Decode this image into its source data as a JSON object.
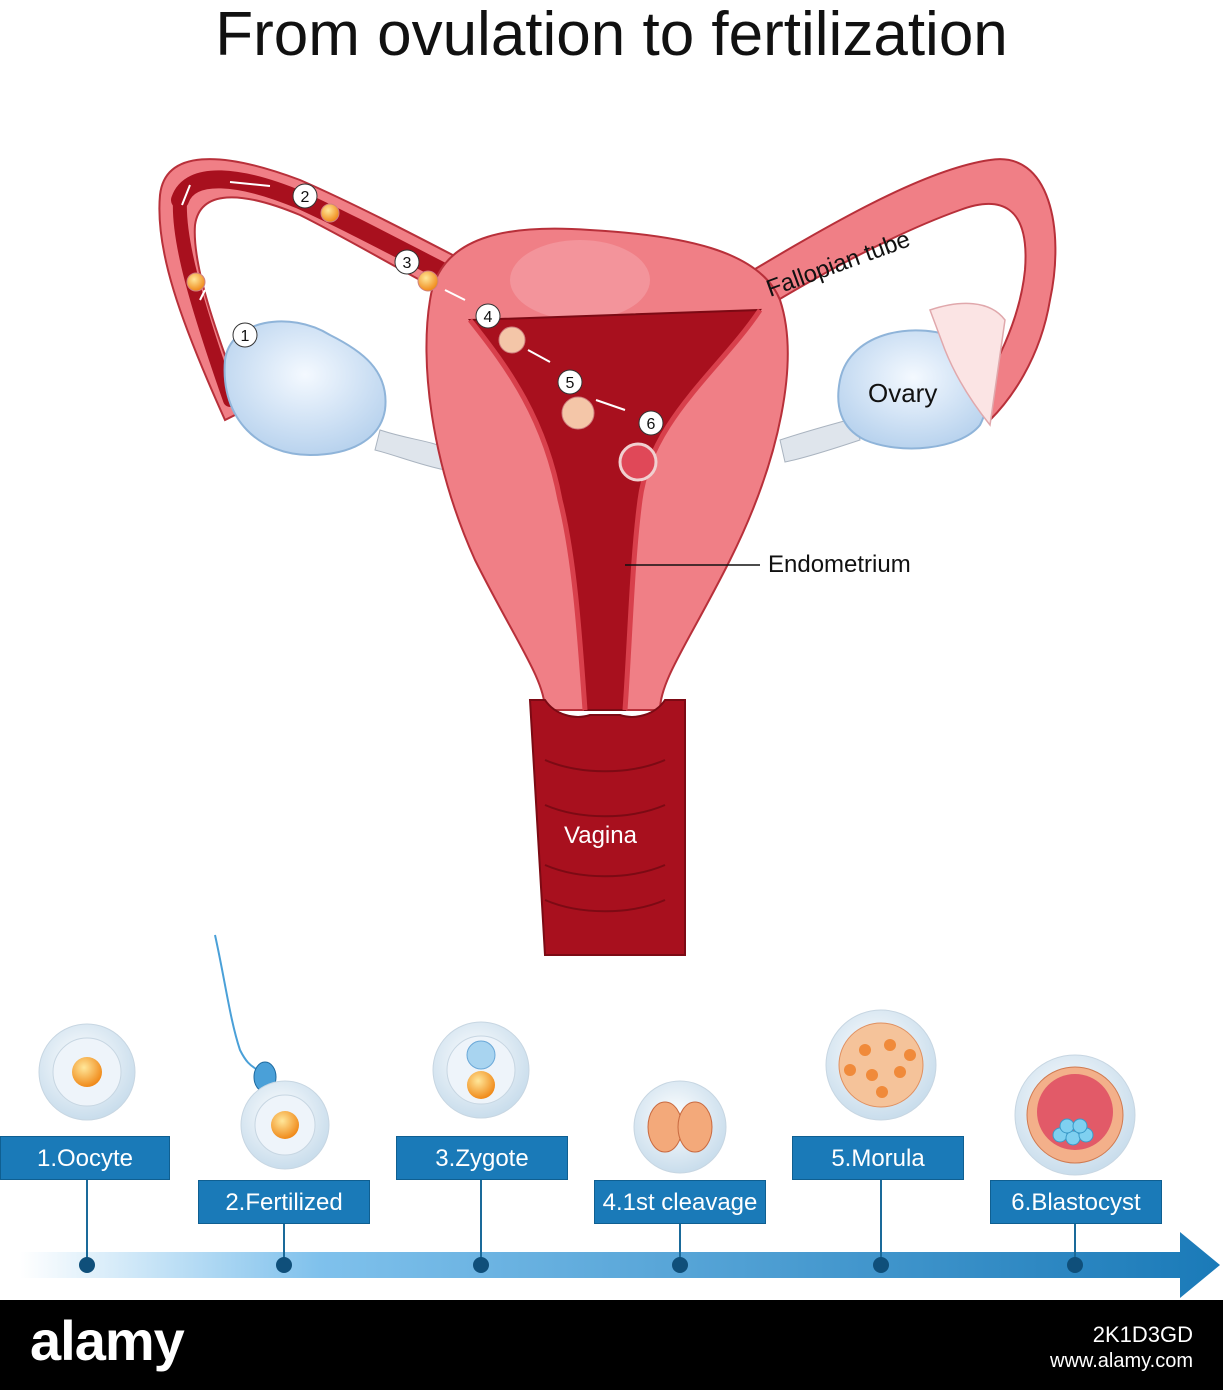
{
  "title": "From ovulation to fertilization",
  "labels": {
    "fallopian_tube": "Fallopian tube",
    "ovary": "Ovary",
    "endometrium": "Endometrium",
    "vagina": "Vagina"
  },
  "step_markers": [
    "1",
    "2",
    "3",
    "4",
    "5",
    "6"
  ],
  "stages": [
    {
      "label": "1.Oocyte"
    },
    {
      "label": "2.Fertilized"
    },
    {
      "label": "3.Zygote"
    },
    {
      "label": "4.1st cleavage"
    },
    {
      "label": "5.Morula"
    },
    {
      "label": "6.Blastocyst"
    }
  ],
  "footer": {
    "logo": "alamy",
    "image_id": "2K1D3GD",
    "url": "www.alamy.com"
  },
  "colors": {
    "uterus_wall": "#f07f86",
    "uterus_dark": "#a8101e",
    "ovary": "#dce9f7",
    "timeline": "#1a7ab8",
    "stage_box": "#1a7ab8"
  }
}
